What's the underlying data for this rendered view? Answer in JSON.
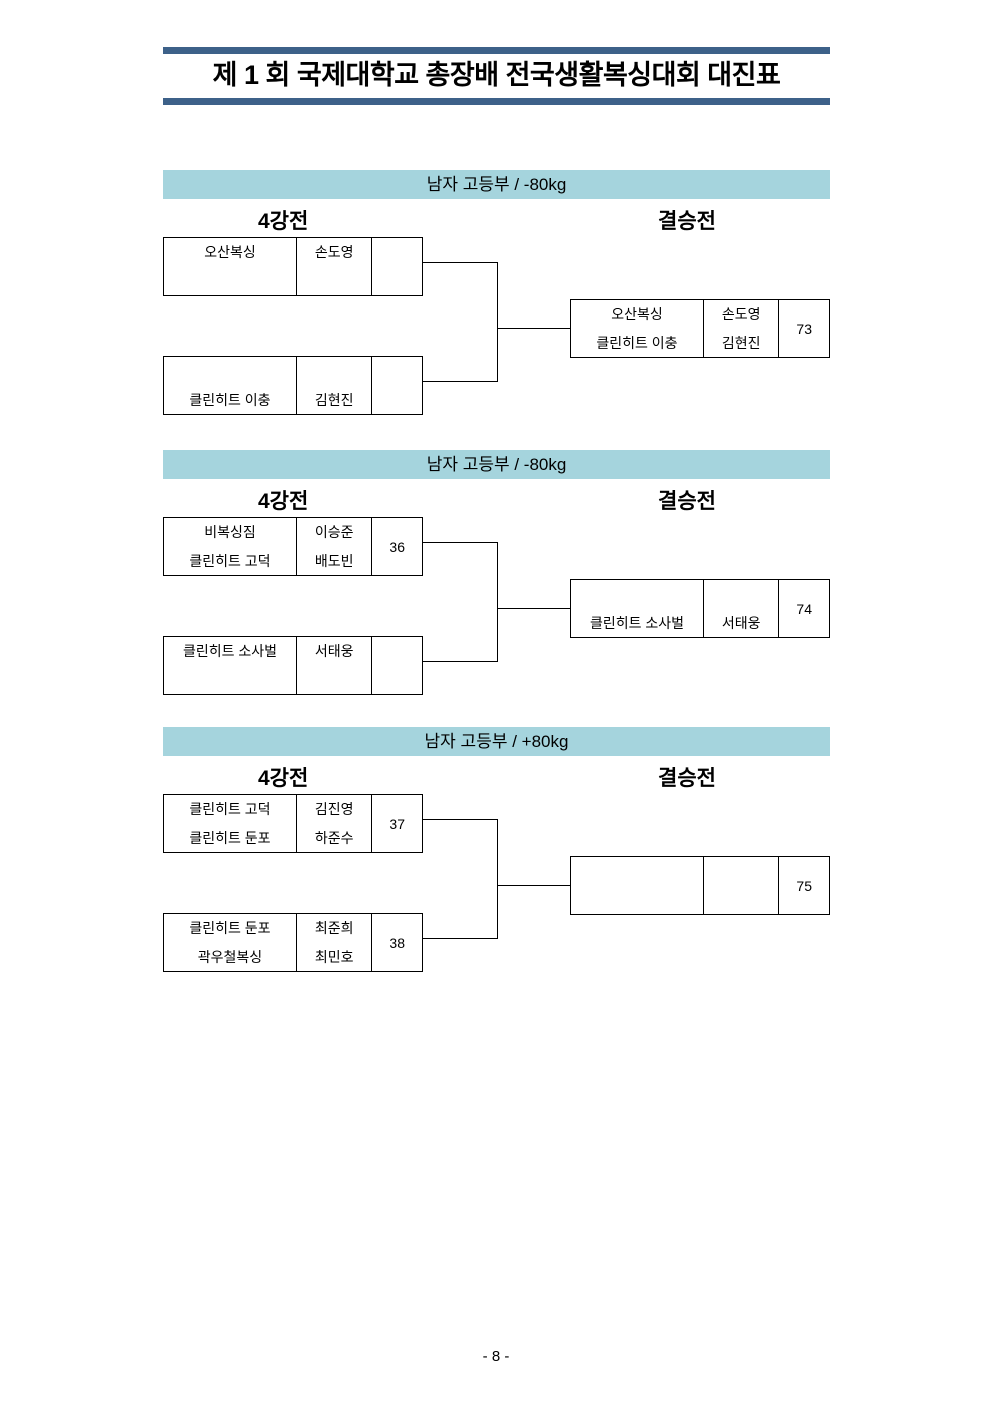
{
  "document": {
    "title": "제 1 회 국제대학교 총장배 전국생활복싱대회 대진표",
    "page_footer": "- 8 -",
    "accent_color": "#3d6189",
    "section_bar_color": "#a5d4dd"
  },
  "round_labels": {
    "semifinal": "4강전",
    "final": "결승전"
  },
  "sections": [
    {
      "header": "남자 고등부 /  -80kg",
      "semifinals": [
        {
          "teams": [
            "오산복싱",
            ""
          ],
          "names": [
            "손도영",
            ""
          ],
          "number": ""
        },
        {
          "teams": [
            "",
            "클린히트 이충"
          ],
          "names": [
            "",
            "김현진"
          ],
          "number": ""
        }
      ],
      "final": {
        "teams": [
          "오산복싱",
          "클린히트 이충"
        ],
        "names": [
          "손도영",
          "김현진"
        ],
        "number": "73"
      }
    },
    {
      "header": "남자 고등부 /  -80kg",
      "semifinals": [
        {
          "teams": [
            "비복싱짐",
            "클린히트 고덕"
          ],
          "names": [
            "이승준",
            "배도빈"
          ],
          "number": "36"
        },
        {
          "teams": [
            "클린히트 소사벌",
            ""
          ],
          "names": [
            "서태웅",
            ""
          ],
          "number": ""
        }
      ],
      "final": {
        "teams": [
          "",
          "클린히트 소사벌"
        ],
        "names": [
          "",
          "서태웅"
        ],
        "number": "74"
      }
    },
    {
      "header": "남자 고등부 /  +80kg",
      "semifinals": [
        {
          "teams": [
            "클린히트 고덕",
            "클린히트 둔포"
          ],
          "names": [
            "김진영",
            "하준수"
          ],
          "number": "37"
        },
        {
          "teams": [
            "클린히트 둔포",
            "곽우철복싱"
          ],
          "names": [
            "최준희",
            "최민호"
          ],
          "number": "38"
        }
      ],
      "final": {
        "teams": [
          "",
          ""
        ],
        "names": [
          "",
          ""
        ],
        "number": "75"
      }
    }
  ]
}
